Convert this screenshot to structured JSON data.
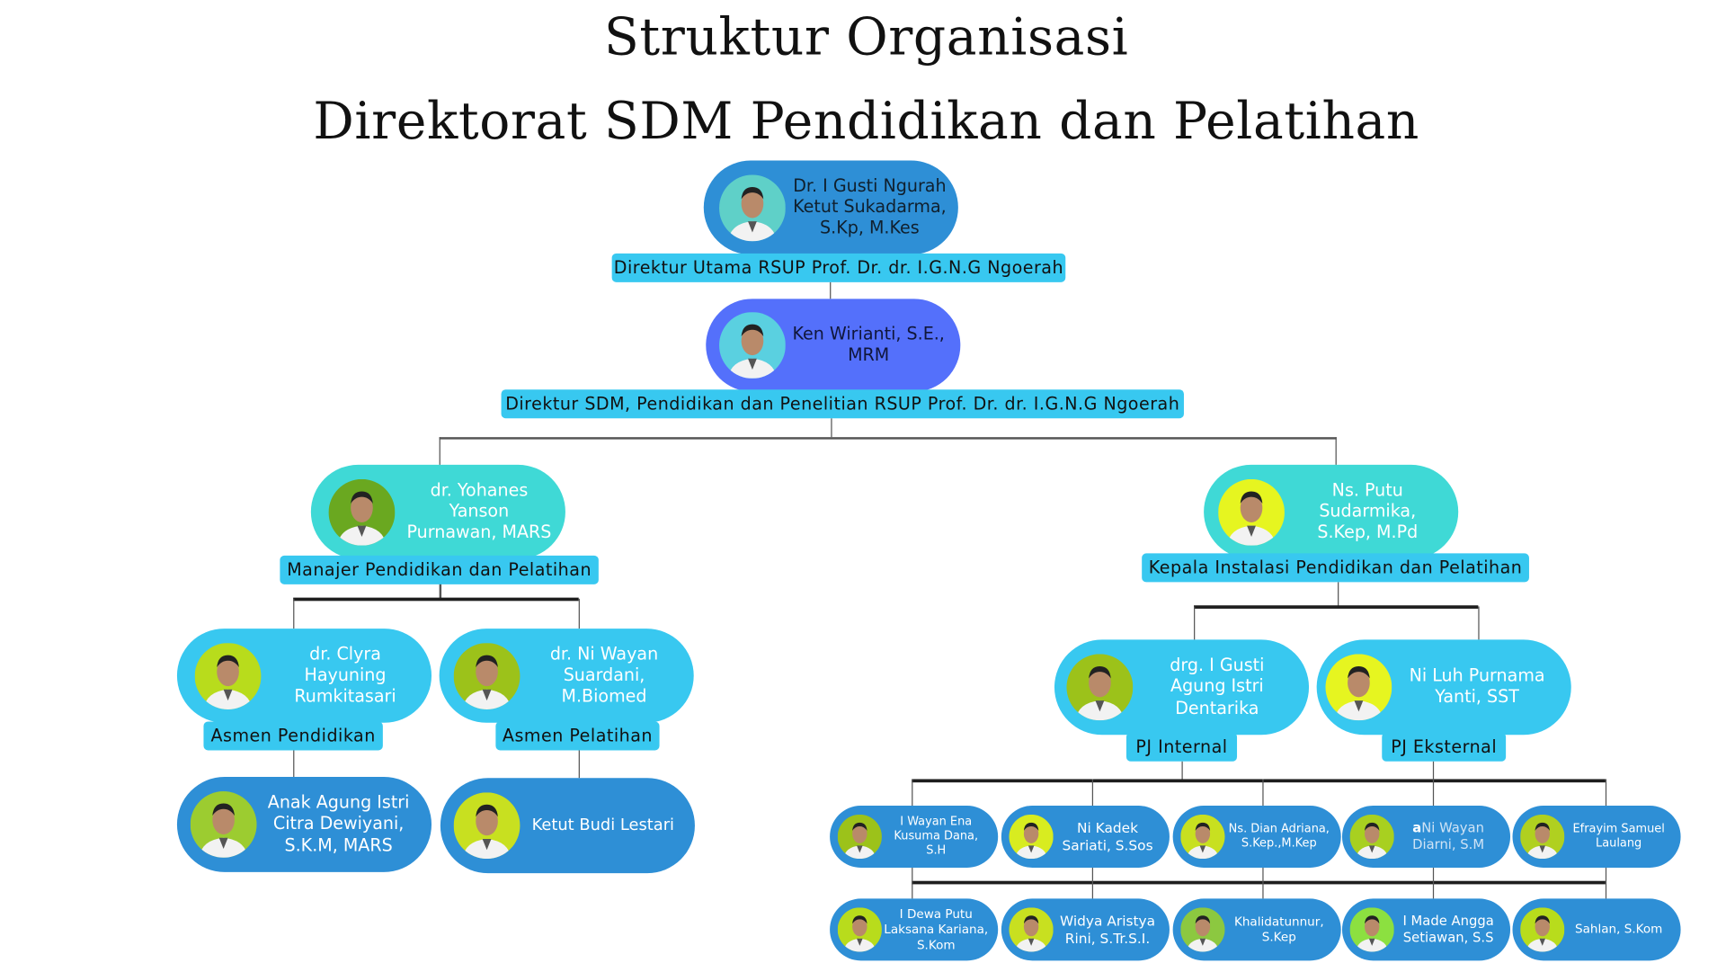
{
  "title": {
    "line1": "Struktur Organisasi",
    "line2": "Direktorat SDM Pendidikan dan Pelatihan"
  },
  "colors": {
    "dark_blue": "#2e8fd6",
    "cyan": "#38c8f0",
    "violet_blue": "#5470fb",
    "teal": "#3fd9d6",
    "connector": "#1e1e1e"
  },
  "people": [
    {
      "name": "Dr. I Gusti Ngurah\nKetut Sukadarma,\nS.Kp, M.Kes",
      "role": "Direktur Utama RSUP Prof. Dr. dr. I.G.N.G Ngoerah"
    },
    {
      "name": "Ken Wirianti, S.E.,\nMRM",
      "role": "Direktur SDM, Pendidikan dan Penelitian RSUP Prof. Dr. dr. I.G.N.G Ngoerah"
    },
    {
      "name": "dr. Yohanes\nYanson\nPurnawan, MARS",
      "role": "Manajer Pendidikan dan Pelatihan"
    },
    {
      "name": "Ns. Putu\nSudarmika,\nS.Kep, M.Pd",
      "role": "Kepala Instalasi Pendidikan dan Pelatihan"
    },
    {
      "name": "dr. Clyra\nHayuning\nRumkitasari",
      "role": "Asmen Pendidikan"
    },
    {
      "name": "dr. Ni Wayan\nSuardani,\nM.Biomed",
      "role": "Asmen Pelatihan"
    },
    {
      "name": "Anak Agung Istri\nCitra Dewiyani,\nS.K.M, MARS"
    },
    {
      "name": "Ketut Budi Lestari"
    },
    {
      "name": "drg. I Gusti\nAgung Istri\nDentarika",
      "role": "PJ Internal"
    },
    {
      "name": "Ni Luh Purnama\nYanti, SST",
      "role": "PJ Eksternal"
    },
    {
      "name": "I Wayan Ena\nKusuma Dana,\nS.H"
    },
    {
      "name": "Ni Kadek\nSariati, S.Sos"
    },
    {
      "name": "Ns. Dian Adriana,\nS.Kep.,M.Kep"
    },
    {
      "name_prefix": "a",
      "name": "Ni Wayan\nDiarni, S.M"
    },
    {
      "name": "Efrayim Samuel\nLaulang"
    },
    {
      "name": "I Dewa Putu\nLaksana Kariana,\nS.Kom"
    },
    {
      "name": "Widya Aristya\nRini, S.Tr.S.I."
    },
    {
      "name": "Khalidatunnur,\nS.Kep"
    },
    {
      "name": "I Made Angga\nSetiawan, S.S"
    },
    {
      "name": "Sahlan, S.Kom"
    }
  ]
}
